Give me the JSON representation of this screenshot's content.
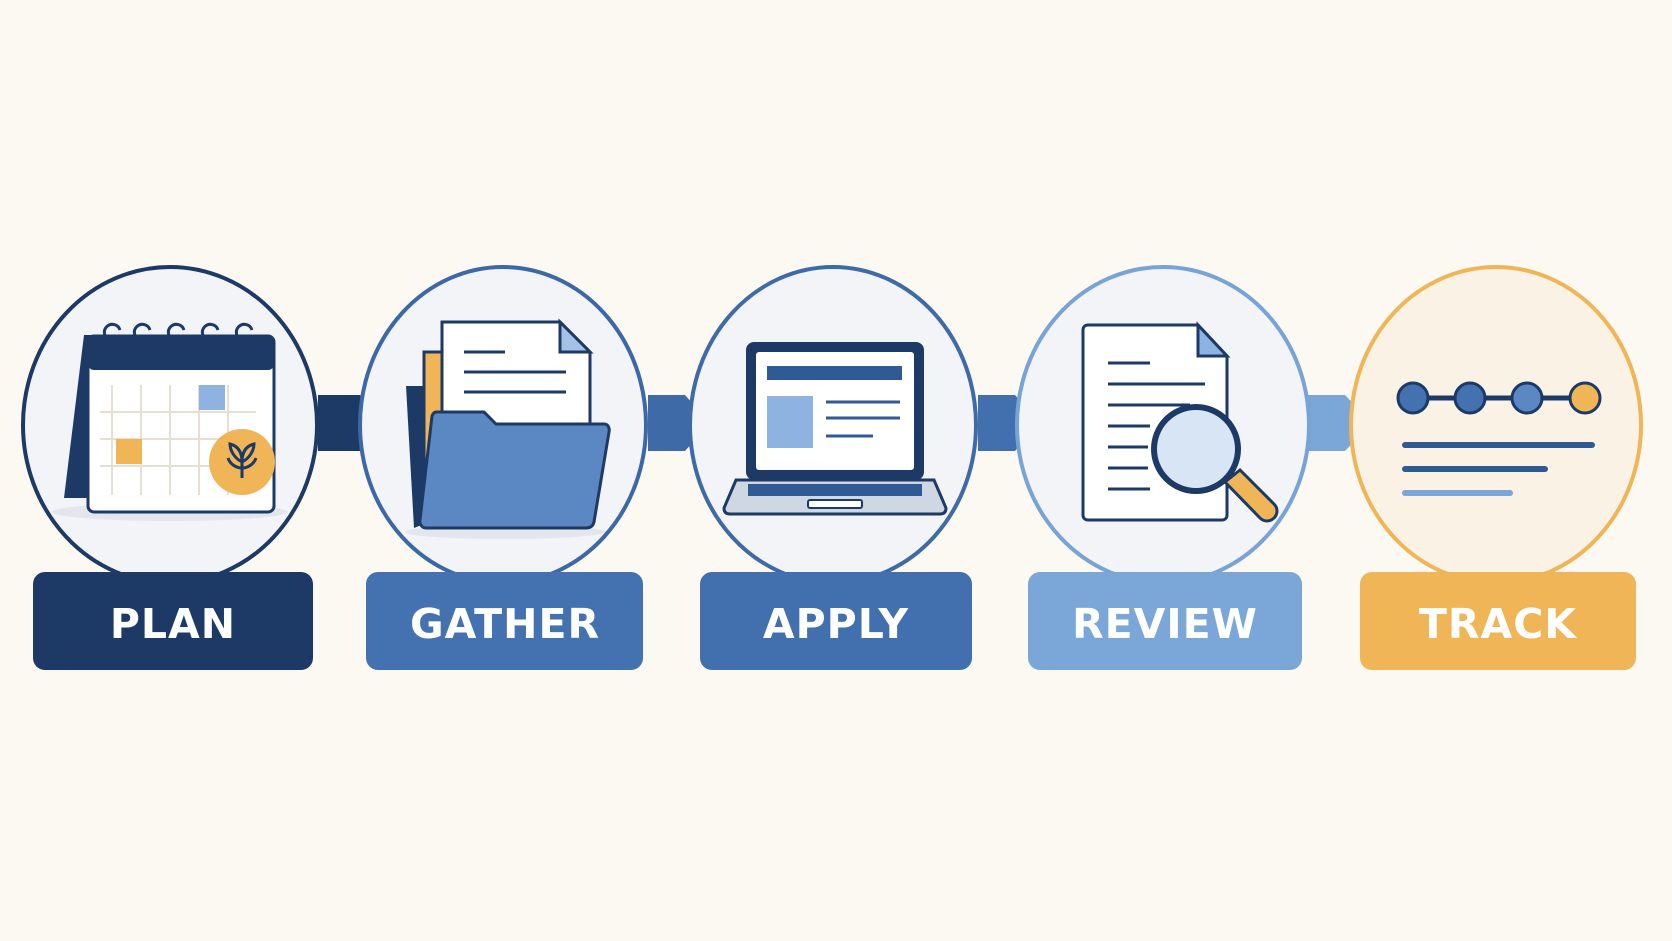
{
  "diagram": {
    "type": "process-flow",
    "steps": [
      {
        "label": "PLAN",
        "icon": "calendar-icon",
        "color": "#1d3a66",
        "ring": "#1d3a66",
        "fill": "#f2f4f8"
      },
      {
        "label": "GATHER",
        "icon": "folder-icon",
        "color": "#4472b1",
        "ring": "#3d68a8",
        "fill": "#f2f4f8"
      },
      {
        "label": "APPLY",
        "icon": "laptop-icon",
        "color": "#4270ae",
        "ring": "#3f6aa8",
        "fill": "#f2f4f8"
      },
      {
        "label": "REVIEW",
        "icon": "magnifier-icon",
        "color": "#7ba6d8",
        "ring": "#77a3d6",
        "fill": "#f2f4f8"
      },
      {
        "label": "TRACK",
        "icon": "progress-icon",
        "color": "#efb557",
        "ring": "#efb557",
        "fill": "#fbf2e6"
      }
    ],
    "palette": {
      "navy": "#1d3a66",
      "blue": "#4472b1",
      "light_blue": "#7ba6d8",
      "pale_blue": "#9dbde3",
      "gold": "#efb557",
      "background": "#fcf9f2"
    }
  }
}
